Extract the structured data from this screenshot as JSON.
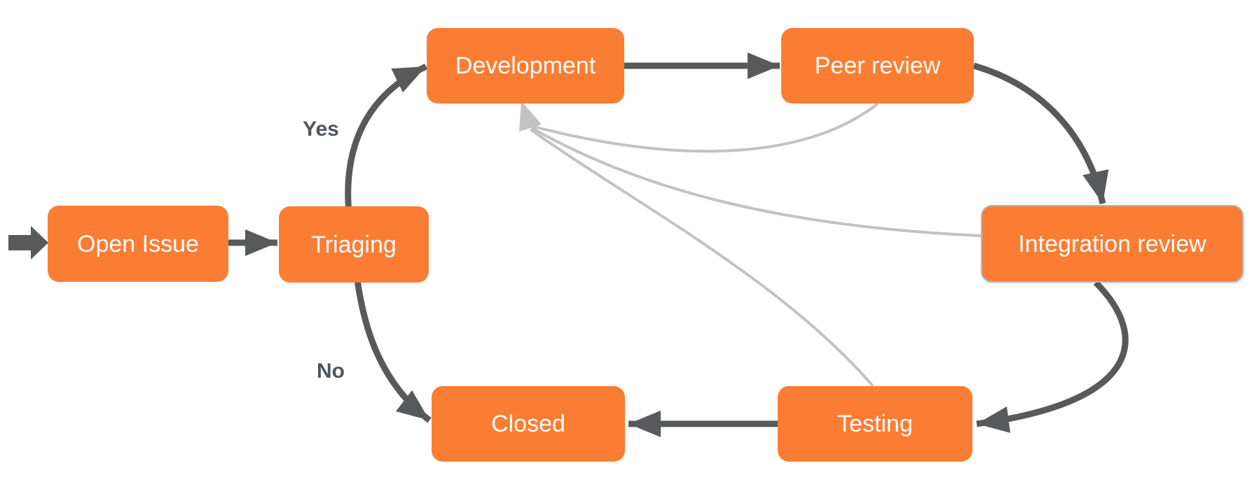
{
  "nodes": [
    {
      "id": "open-issue",
      "label": "Open Issue"
    },
    {
      "id": "triaging",
      "label": "Triaging"
    },
    {
      "id": "development",
      "label": "Development"
    },
    {
      "id": "peer-review",
      "label": "Peer review"
    },
    {
      "id": "integration-review",
      "label": "Integration review"
    },
    {
      "id": "testing",
      "label": "Testing"
    },
    {
      "id": "closed",
      "label": "Closed"
    }
  ],
  "edges": [
    {
      "from": "start",
      "to": "open-issue",
      "style": "dark"
    },
    {
      "from": "open-issue",
      "to": "triaging",
      "style": "dark"
    },
    {
      "from": "triaging",
      "to": "development",
      "label": "Yes",
      "style": "dark"
    },
    {
      "from": "triaging",
      "to": "closed",
      "label": "No",
      "style": "dark"
    },
    {
      "from": "development",
      "to": "peer-review",
      "style": "dark"
    },
    {
      "from": "peer-review",
      "to": "integration-review",
      "style": "dark"
    },
    {
      "from": "integration-review",
      "to": "testing",
      "style": "dark"
    },
    {
      "from": "testing",
      "to": "closed",
      "style": "dark"
    },
    {
      "from": "peer-review",
      "to": "development",
      "style": "light-feedback"
    },
    {
      "from": "integration-review",
      "to": "development",
      "style": "light-feedback"
    },
    {
      "from": "testing",
      "to": "development",
      "style": "light-feedback"
    }
  ],
  "colors": {
    "node_fill": "#fb7d33",
    "node_text": "#fdfdfd",
    "edge_dark": "#58595b",
    "edge_light": "#c2c2c2",
    "label_text": "#4e555c",
    "integration_border": "#b5b5b5",
    "background": "#ffffff"
  }
}
